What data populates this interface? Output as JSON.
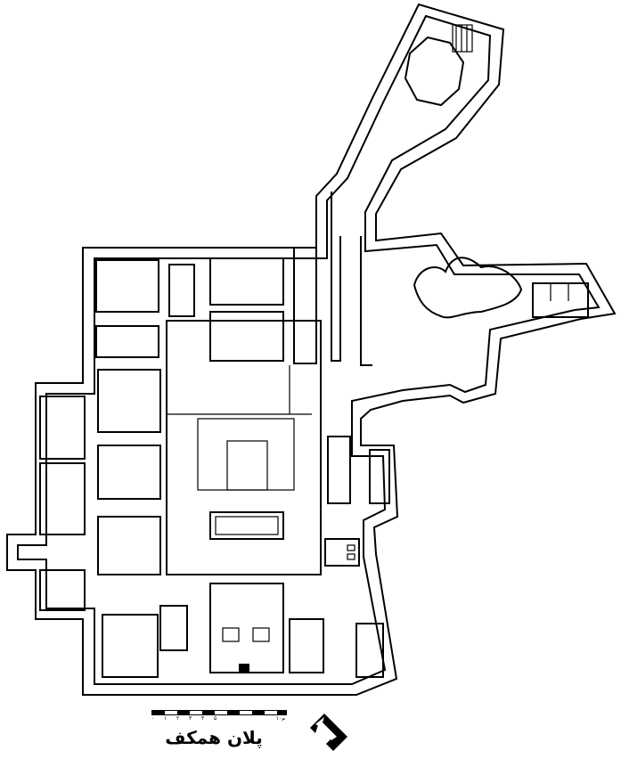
{
  "title": "پلان همکف",
  "scale_bar": {
    "labels": [
      "۰",
      "۱",
      "۲",
      "۳",
      "۴",
      "۵"
    ],
    "end_label": "۱۰م"
  },
  "north_arrow": "north-arrow-icon"
}
